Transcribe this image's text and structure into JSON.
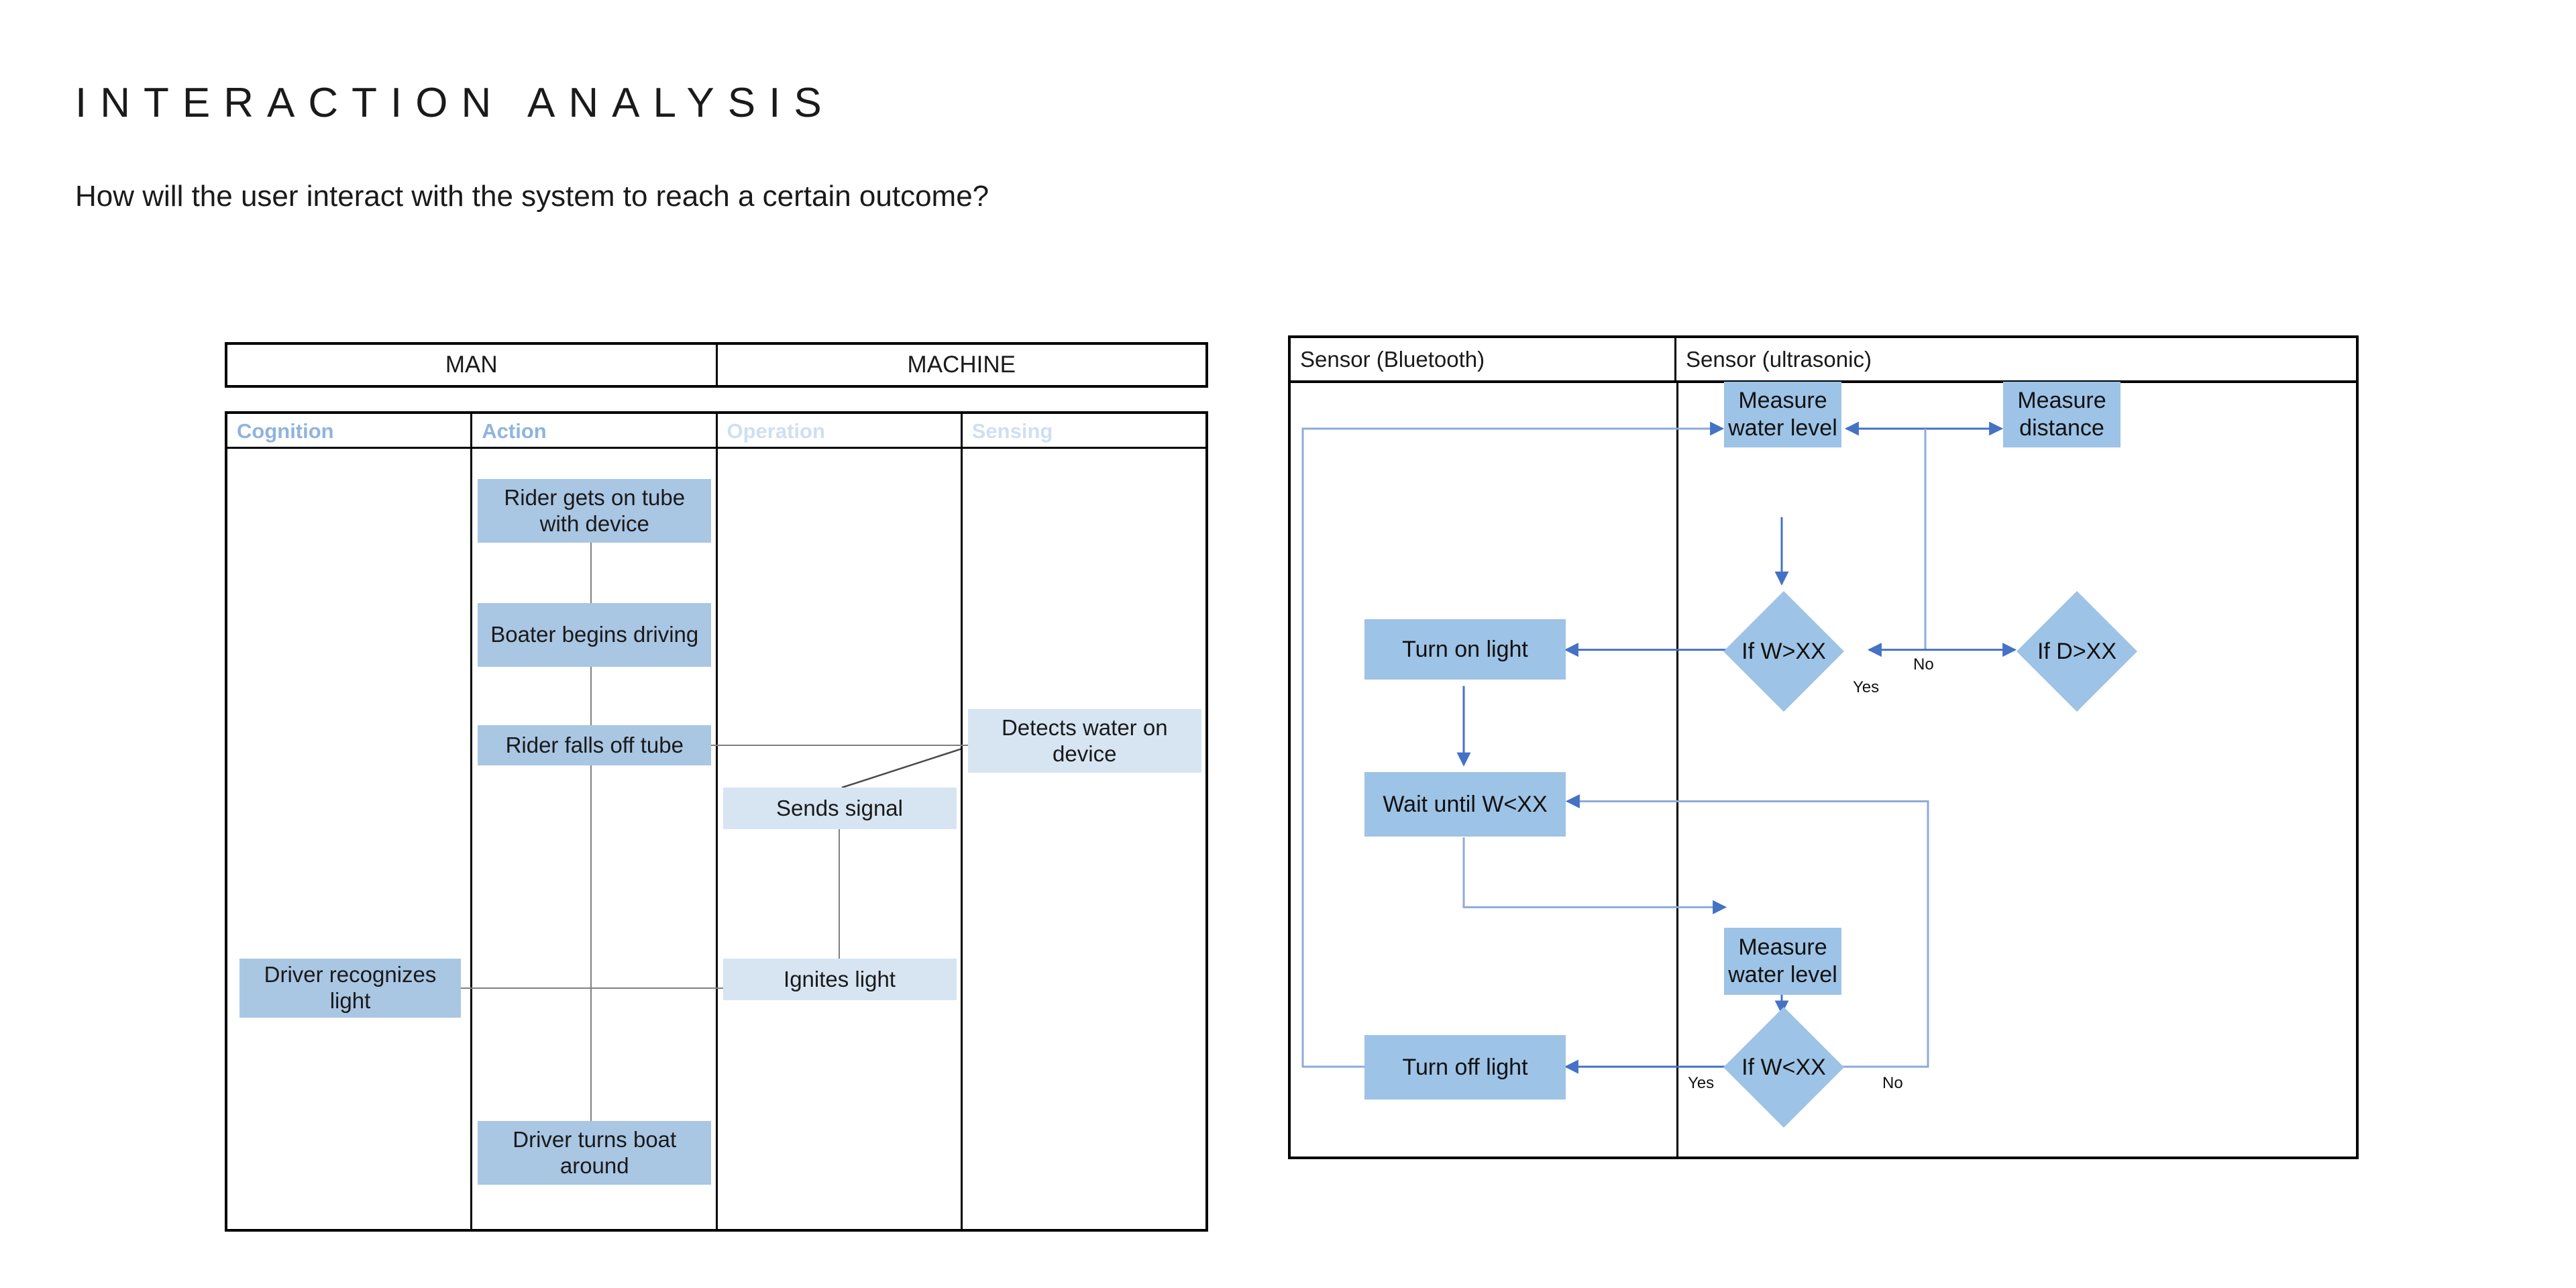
{
  "header": {
    "title": "INTERACTION ANALYSIS",
    "subtitle": "How will the user interact with the system to reach a certain outcome?"
  },
  "left_table": {
    "top_band": [
      "MAN",
      "MACHINE"
    ],
    "columns": [
      {
        "label": "Cognition",
        "tone": "dark"
      },
      {
        "label": "Action",
        "tone": "dark"
      },
      {
        "label": "Operation",
        "tone": "light"
      },
      {
        "label": "Sensing",
        "tone": "light"
      }
    ],
    "boxes": {
      "rider_gets_on_tube": "Rider gets on tube with device",
      "boater_begins_driving": "Boater begins driving",
      "rider_falls_off_tube": "Rider falls off tube",
      "driver_recognizes_light": "Driver recognizes light",
      "driver_turns_boat_around": "Driver turns boat around",
      "sends_signal": "Sends signal",
      "ignites_light": "Ignites light",
      "detects_water_on_device": "Detects water on device"
    }
  },
  "right_flow": {
    "lanes": [
      "Sensor (Bluetooth)",
      "Sensor (ultrasonic)"
    ],
    "nodes": {
      "measure_water_level_top": "Measure water level",
      "measure_distance": "Measure distance",
      "if_w_gt": "If W>XX",
      "if_d_gt": "If D>XX",
      "turn_on_light": "Turn on light",
      "wait_until_w_lt": "Wait until W<XX",
      "measure_water_level_bottom": "Measure water level",
      "if_w_lt": "If W<XX",
      "turn_off_light": "Turn off light"
    },
    "edge_labels": {
      "no_top": "No",
      "yes_top": "Yes",
      "yes_bottom": "Yes",
      "no_bottom": "No"
    }
  },
  "colors": {
    "box_mid": "#a9c6e3",
    "box_pale": "#d7e5f2",
    "node_blue": "#9dc3e6",
    "arrow_blue": "#4472c4",
    "wire_blue": "#8faadc",
    "header_dark": "#8fb4dd",
    "header_light": "#cfdff2"
  }
}
